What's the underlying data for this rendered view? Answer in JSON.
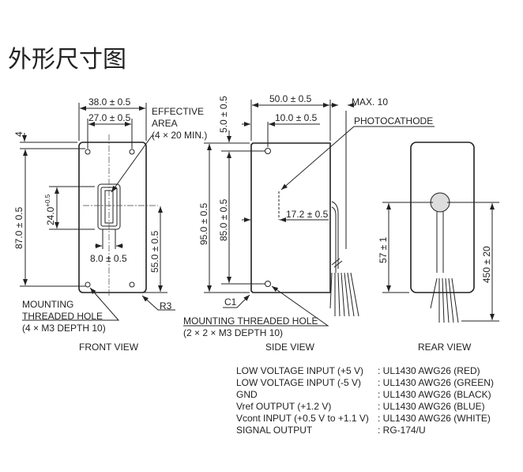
{
  "title": "外形尺寸图",
  "front": {
    "label": "FRONT VIEW",
    "dim_width": "38.0 ± 0.5",
    "dim_hole_spacing": "27.0 ± 0.5",
    "dim_top": "4",
    "dim_height": "87.0 ± 0.5",
    "dim_window": "24.0",
    "dim_window_tol_plus": "+0.5",
    "dim_window_tol_minus": "-0",
    "dim_window_width": "8.0 ± 0.5",
    "dim_center": "55.0 ± 0.5",
    "radius": "R3",
    "effective_area": [
      "EFFECTIVE",
      "AREA",
      "(4 × 20 MIN.)"
    ],
    "mounting": [
      "MOUNTING",
      "THREADED HOLE",
      "(4 × M3 DEPTH 10)"
    ]
  },
  "side": {
    "label": "SIDE VIEW",
    "dim_depth": "50.0 ± 0.5",
    "dim_hole_offset": "10.0 ± 0.5",
    "dim_top": "5.0 ± 0.5",
    "dim_height": "95.0 ± 0.5",
    "dim_hole_spacing": "85.0 ± 0.5",
    "dim_photocathode": "17.2 ± 0.5",
    "max": "MAX. 10",
    "photocathode": "PHOTOCATHODE",
    "chamfer": "C1",
    "mounting": [
      "MOUNTING THREADED HOLE",
      "(2 × 2 × M3 DEPTH 10)"
    ]
  },
  "rear": {
    "label": "REAR VIEW",
    "dim_connector": "57 ± 1",
    "dim_cable": "450 ± 20"
  },
  "wiring": [
    {
      "signal": "LOW VOLTAGE INPUT (+5 V)",
      "cable": ": UL1430 AWG26 (RED)"
    },
    {
      "signal": "LOW VOLTAGE INPUT (-5 V)",
      "cable": ": UL1430 AWG26 (GREEN)"
    },
    {
      "signal": "GND",
      "cable": ": UL1430 AWG26 (BLACK)"
    },
    {
      "signal": "Vref OUTPUT (+1.2 V)",
      "cable": ": UL1430 AWG26 (BLUE)"
    },
    {
      "signal": "Vcont INPUT (+0.5 V to +1.1 V)",
      "cable": ": UL1430 AWG26 (WHITE)"
    },
    {
      "signal": "SIGNAL OUTPUT",
      "cable": ": RG-174/U"
    }
  ]
}
